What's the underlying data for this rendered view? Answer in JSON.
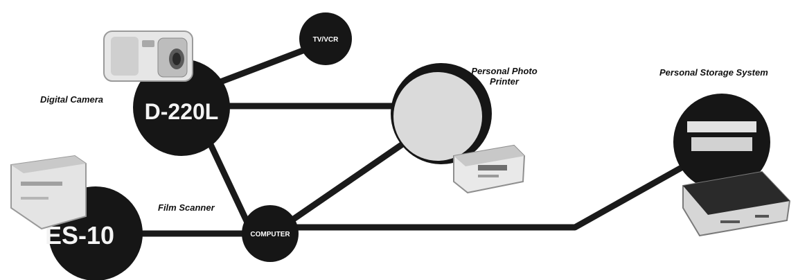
{
  "nodes": {
    "tv_vcr": {
      "text": "TV/VCR"
    },
    "computer": {
      "text": "COMPUTER"
    },
    "digital_camera": {
      "label": "Digital Camera",
      "model": "D-220L"
    },
    "film_scanner": {
      "label": "Film Scanner",
      "model": "ES-10"
    },
    "photo_printer": {
      "label_line1": "Personal Photo",
      "label_line2": "Printer"
    },
    "storage_system": {
      "label": "Personal Storage System"
    }
  },
  "colors": {
    "ink": "#111111",
    "connector": "#1a1a1a",
    "node_fill": "#161616",
    "device_light": "#e6e6e6",
    "device_mid": "#b9b9b9"
  },
  "connections": [
    "digital_camera-tv_vcr",
    "digital_camera-photo_printer",
    "digital_camera-computer",
    "film_scanner-computer",
    "computer-photo_printer",
    "computer-storage_system"
  ]
}
